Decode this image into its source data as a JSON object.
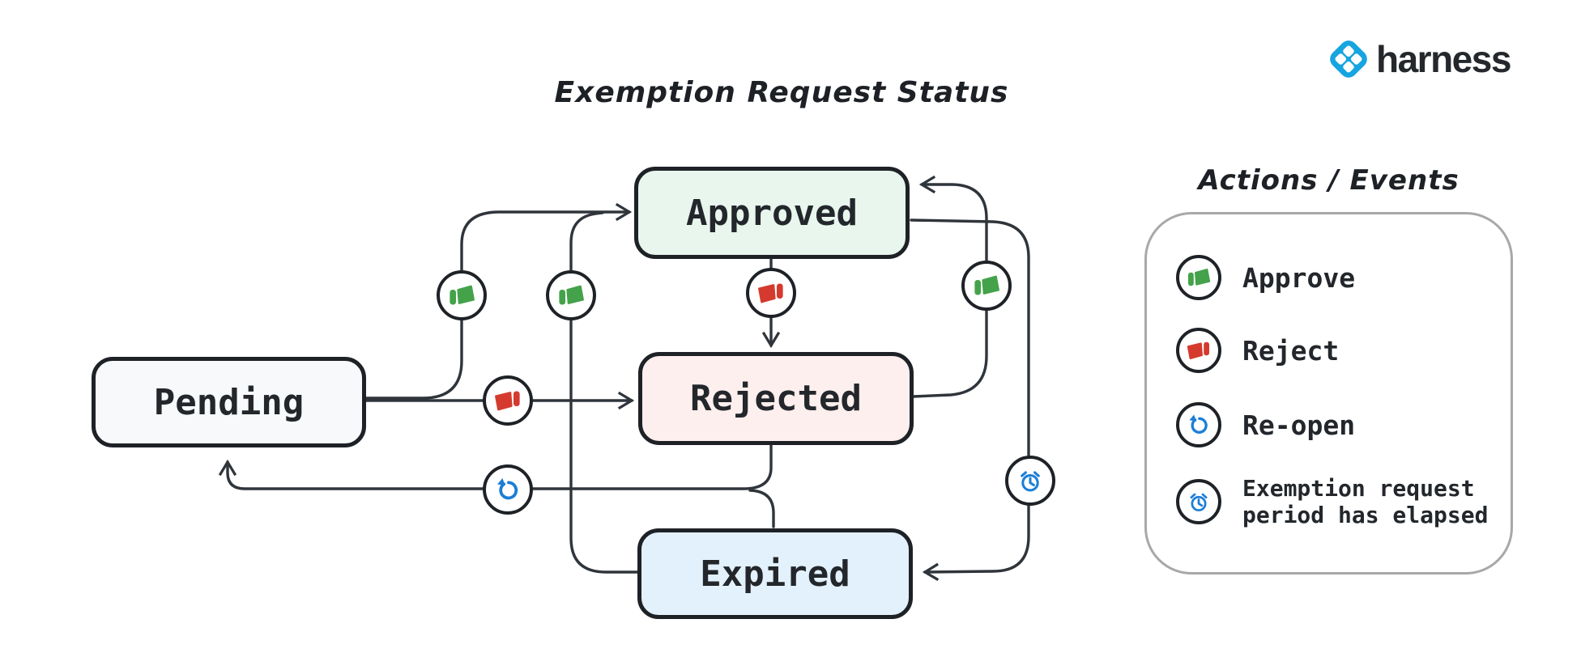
{
  "title": "Exemption Request Status",
  "logo": {
    "text": "harness",
    "mark": "harness-clover-diamond",
    "brand_color": "#16a5e0",
    "text_color": "#24282c"
  },
  "diagram": {
    "nodes": [
      {
        "id": "pending",
        "label": "Pending",
        "fill": "#f7f9fa"
      },
      {
        "id": "approved",
        "label": "Approved",
        "fill": "#e8f6ee"
      },
      {
        "id": "rejected",
        "label": "Rejected",
        "fill": "#fcefed"
      },
      {
        "id": "expired",
        "label": "Expired",
        "fill": "#e2f1fc"
      }
    ],
    "edges": [
      {
        "from": "Pending",
        "to": "Approved",
        "action": "Approve",
        "icon": "thumbs-up-icon"
      },
      {
        "from": "Pending",
        "to": "Rejected",
        "action": "Reject",
        "icon": "thumbs-down-icon"
      },
      {
        "from": "Approved",
        "to": "Rejected",
        "action": "Reject",
        "icon": "thumbs-down-icon"
      },
      {
        "from": "Rejected",
        "to": "Approved",
        "action": "Approve",
        "icon": "thumbs-up-icon"
      },
      {
        "from": "Expired",
        "to": "Approved",
        "action": "Approve",
        "icon": "thumbs-up-icon"
      },
      {
        "from": "Approved",
        "to": "Expired",
        "action": "Exemption request period has elapsed",
        "icon": "alarm-clock-icon"
      },
      {
        "from": "Rejected",
        "to": "Pending",
        "action": "Re-open",
        "icon": "undo-icon"
      },
      {
        "from": "Expired",
        "to": "Pending",
        "action": "Re-open",
        "icon": "undo-icon"
      }
    ]
  },
  "legend": {
    "title": "Actions / Events",
    "items": [
      {
        "icon": "thumbs-up-icon",
        "label": "Approve",
        "color": "#44a24a"
      },
      {
        "icon": "thumbs-down-icon",
        "label": "Reject",
        "color": "#d53a2e"
      },
      {
        "icon": "undo-icon",
        "label": "Re-open",
        "color": "#1c7ed6"
      },
      {
        "icon": "alarm-clock-icon",
        "label": "Exemption request period has elapsed",
        "color": "#1c7ed6"
      }
    ]
  },
  "colors": {
    "node_border": "#1e2227",
    "connector": "#2f353b",
    "approve_green": "#44a24a",
    "reject_red": "#d53a2e",
    "reopen_blue": "#1c7ed6",
    "legend_border": "#a8a8a8"
  }
}
